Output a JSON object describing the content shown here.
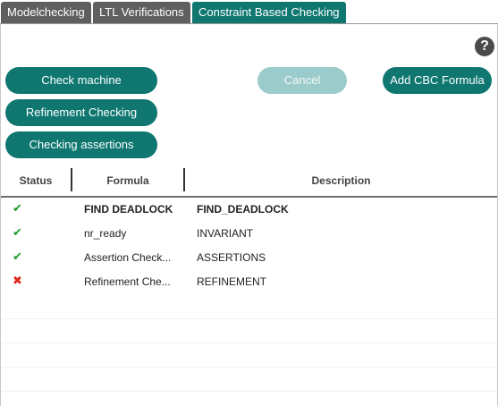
{
  "tabs": [
    {
      "label": "Modelchecking",
      "active": false
    },
    {
      "label": "LTL Verifications",
      "active": false
    },
    {
      "label": "Constraint Based Checking",
      "active": true
    }
  ],
  "help_icon": "?",
  "buttons": {
    "check_machine": "Check machine",
    "refinement_checking": "Refinement Checking",
    "checking_assertions": "Checking assertions",
    "cancel": "Cancel",
    "add_cbc_formula": "Add CBC Formula"
  },
  "table": {
    "headers": {
      "status": "Status",
      "formula": "Formula",
      "description": "Description"
    },
    "rows": [
      {
        "status": "success",
        "status_icon": "✔",
        "formula": "FIND DEADLOCK",
        "description": "FIND_DEADLOCK",
        "bold": true
      },
      {
        "status": "success",
        "status_icon": "✔",
        "formula": "nr_ready",
        "description": "INVARIANT",
        "bold": false
      },
      {
        "status": "success",
        "status_icon": "✔",
        "formula": "Assertion Check...",
        "description": "ASSERTIONS",
        "bold": false
      },
      {
        "status": "error",
        "status_icon": "✖",
        "formula": "Refinement Che...",
        "description": "REFINEMENT",
        "bold": false
      }
    ]
  },
  "colors": {
    "accent": "#0f7770",
    "success": "#1f9a2e",
    "error": "#e0251b",
    "tab_inactive": "#5f5f5f"
  }
}
